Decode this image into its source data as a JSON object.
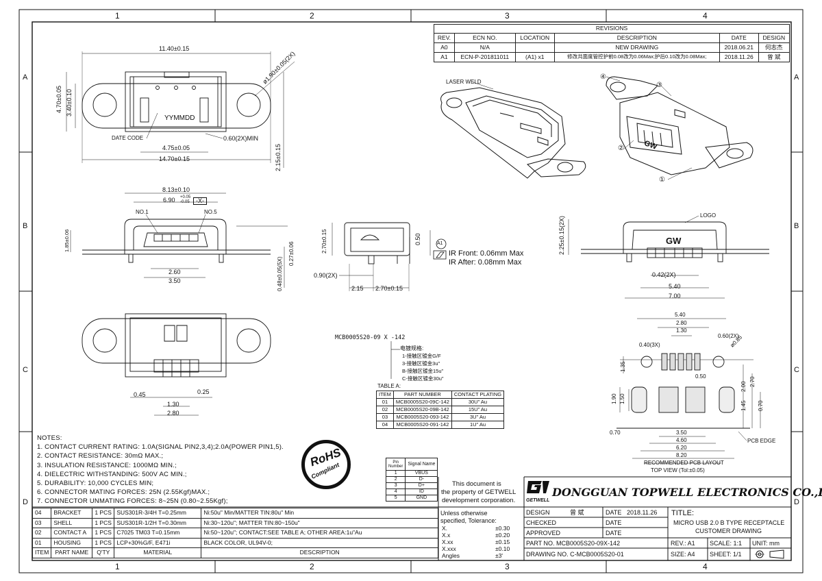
{
  "border": {
    "columns": [
      "1",
      "2",
      "3",
      "4"
    ],
    "rows": [
      "A",
      "B",
      "C",
      "D"
    ]
  },
  "revisions": {
    "title": "REVISIONS",
    "headers": [
      "REV.",
      "ECN NO.",
      "LOCATION",
      "DESCRIPTION",
      "DATE",
      "DESIGN"
    ],
    "rows": [
      [
        "A0",
        "N/A",
        "",
        "NEW DRAWING",
        "2018.06.21",
        "何志杰"
      ],
      [
        "A1",
        "ECN-P-201811011",
        "(A1) x1",
        "修改共面度管控护前0.08改为0.06Max;护后0.10改为0.08Max;",
        "2018.11.26",
        "曾  斌"
      ]
    ]
  },
  "top_view": {
    "dims": [
      "11.40±0.15",
      "4.70±0.05",
      "3.40±0.10",
      "ø1.90±0.05(2X)",
      "YYMMDD",
      "DATE CODE",
      "0.60(2X)MIN",
      "4.75±0.05",
      "14.70±0.15",
      "2.15±0.15"
    ]
  },
  "front_view": {
    "dims": [
      "8.13±0.10",
      "6.90",
      "+0.05",
      "-0.05",
      "-X-",
      "NO.1",
      "NO.5",
      "1.85±0.06",
      "2.60",
      "3.50",
      "0.48±0.05(5X)",
      "0.27±0.06"
    ]
  },
  "side_view": {
    "dims": [
      "2.70±0.15",
      "0.50",
      "0.90(2X)",
      "2.15",
      "2.70±0.15"
    ]
  },
  "ir_note": {
    "tag": "A1",
    "front": "IR Front: 0.06mm Max",
    "after": "IR After: 0.08mm Max"
  },
  "iso_labels": {
    "laser_weld": "LASER WELD",
    "callouts": [
      "①",
      "②",
      "③",
      "④"
    ],
    "gw": "GW",
    "logo": "LOGO"
  },
  "back_view": {
    "dims": [
      "2.25±0.15(2X)",
      "0.42(2X)",
      "5.40",
      "7.00"
    ]
  },
  "bottom_view": {
    "dims": [
      "0.45",
      "0.25",
      "1.30",
      "2.80"
    ]
  },
  "part_code": {
    "code": "MCB0005S20-09 X -142",
    "options_title": "电镀规格:",
    "options": [
      "1-接触区镀金G/F",
      "3-接触区镀金3u\"",
      "B-接触区镀金15u\"",
      "C-接触区镀金30u\""
    ]
  },
  "table_a": {
    "title": "TABLE A:",
    "headers": [
      "ITEM",
      "PART NUMBER",
      "CONTACT PLATING"
    ],
    "rows": [
      [
        "01",
        "MCB0005S20-09C-142",
        "30U\" Au"
      ],
      [
        "02",
        "MCB0005S20-09B-142",
        "15U\" Au"
      ],
      [
        "03",
        "MCB0005S20-093-142",
        "3U\" Au"
      ],
      [
        "04",
        "MCB0005S20-091-142",
        "1U\" Au"
      ]
    ]
  },
  "pcb_layout": {
    "dims": [
      "5.40",
      "2.80",
      "1.30",
      "0.40(3X)",
      "0.60(2X)",
      "ø0.85",
      "1.35",
      "0.50",
      "2.70",
      "2.00",
      "1.90",
      "1.50",
      "1.45",
      "0.70",
      "0.70",
      "3.50",
      "4.60",
      "6.20",
      "8.20",
      "PCB EDGE"
    ],
    "caption1": "RECOMMENDED PCB LAYOUT",
    "caption2": "TOP VIEW (Tol:±0.05)"
  },
  "notes": {
    "title": "NOTES:",
    "items": [
      "1. CONTACT CURRENT RATING: 1.0A(SIGNAL PIN2,3,4);2.0A(POWER PIN1,5).",
      "2. CONTACT RESISTANCE: 30mΩ MAX.;",
      "3. INSULATION RESISTANCE: 1000MΩ MIN.;",
      "4. DIELECTRIC WITHSTANDING: 500V AC MIN.;",
      "5. DURABILITY: 10,000 CYCLES MIN;",
      "6. CONNECTOR MATING FORCES: 25N (2.55Kgf)MAX.;",
      "7. CONNECTOR UNMATING FORCES: 8~25N (0.80~2.55Kgf);"
    ]
  },
  "rohs": {
    "line1": "RoHS",
    "line2": "Compliant"
  },
  "pin_table": {
    "headers": [
      "Pin Number",
      "Signal Name"
    ],
    "rows": [
      [
        "1",
        "VBUS"
      ],
      [
        "2",
        "D-"
      ],
      [
        "3",
        "D+"
      ],
      [
        "4",
        "ID"
      ],
      [
        "5",
        "GND"
      ]
    ]
  },
  "ownership": [
    "This document is",
    "the property of GETWELL",
    "development corporation."
  ],
  "tolerance": {
    "lines": [
      "Unless otherwise",
      "specified, Tolerance:"
    ],
    "rows": [
      [
        "X.",
        "±0.30"
      ],
      [
        "X.x",
        "±0.20"
      ],
      [
        "X.xx",
        "±0.15"
      ],
      [
        "X.xxx",
        "±0.10"
      ],
      [
        "Angles",
        "±3'"
      ]
    ]
  },
  "bom": {
    "headers": [
      "ITEM",
      "PART NAME",
      "Q'TY",
      "MATERIAL",
      "DESCRIPTION"
    ],
    "rows": [
      [
        "04",
        "BRACKET",
        "1 PCS",
        "SUS301R-3/4H T=0.25mm",
        "Ni:50u\" Min/MATTER TIN:80u\" Min"
      ],
      [
        "03",
        "SHELL",
        "1 PCS",
        "SUS301R-1/2H T=0.30mm",
        "Ni:30~120u\"; MATTER TIN:80~150u\""
      ],
      [
        "02",
        "CONTACT A",
        "1 PCS",
        "C7025 TM03 T=0.15mm",
        "Ni:50~120u\"; CONTACT:SEE TABLE A; OTHER AREA:1u\"Au"
      ],
      [
        "01",
        "HOUSING",
        "1 PCS",
        "LCP+30%G/F, E471i",
        "BLACK COLOR, UL94V-0;"
      ]
    ]
  },
  "title_block": {
    "logo_text": "GETWELL",
    "company": "DONGGUAN TOPWELL ELECTRONICS CO.,LTD.",
    "design_label": "DESIGN",
    "design_value": "曾  斌",
    "date_label": "DATE",
    "date_value": "2018.11.26",
    "checked_label": "CHECKED",
    "approved_label": "APPROVED",
    "title_label": "TITLE:",
    "title_line1": "MICRO USB 2.0 B TYPE RECEPTACLE",
    "title_line2": "CUSTOMER DRAWING",
    "part_no": "PART NO. MCB0005S20-09X-142",
    "drawing_no": "DRAWING NO. C-MCB0005S20-01",
    "rev": "REV.: A1",
    "scale": "SCALE:  1:1",
    "unit": "UNIT:  mm",
    "size": "SIZE:  A4",
    "sheet": "SHEET:  1/1"
  }
}
